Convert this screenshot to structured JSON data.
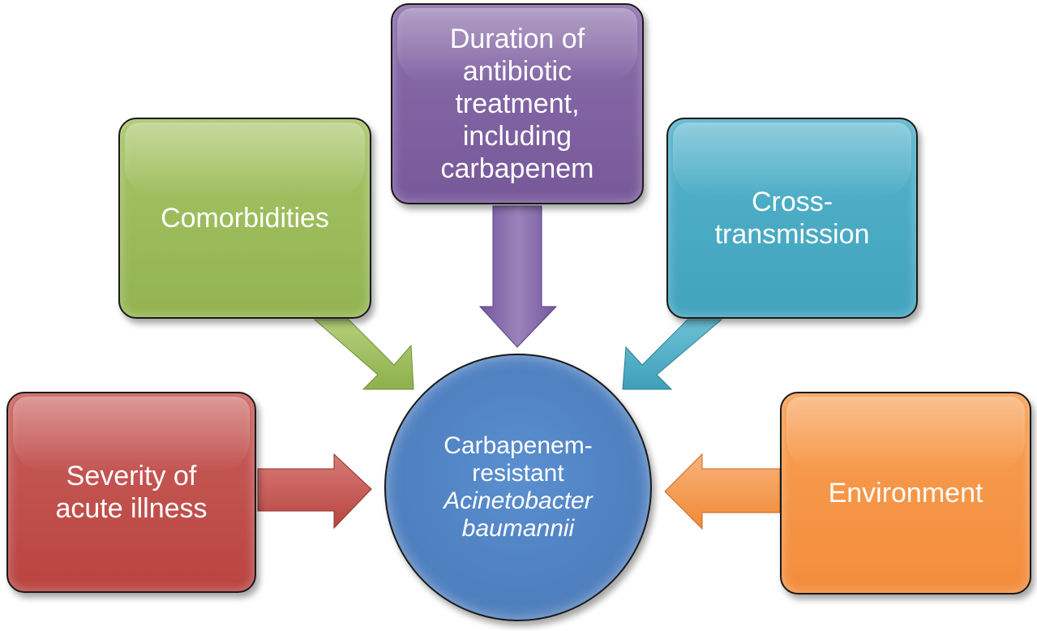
{
  "colors": {
    "severity": "#c0504d",
    "comorbidities": "#9bbb59",
    "duration": "#8064a2",
    "cross": "#4bacc6",
    "environment": "#f79646",
    "center": "#4f81bd"
  },
  "boxes": {
    "severity": {
      "line1": "Severity of",
      "line2": "acute illness"
    },
    "comorbidities": {
      "line1": "Comorbidities"
    },
    "duration": {
      "line1": "Duration of",
      "line2": "antibiotic",
      "line3": "treatment,",
      "line4": "including",
      "line5": "carbapenem"
    },
    "cross": {
      "line1": "Cross-",
      "line2": "transmission"
    },
    "environment": {
      "line1": "Environment"
    }
  },
  "center": {
    "line1": "Carbapenem-",
    "line2": "resistant",
    "line3": "Acinetobacter",
    "line4": "baumannii"
  }
}
